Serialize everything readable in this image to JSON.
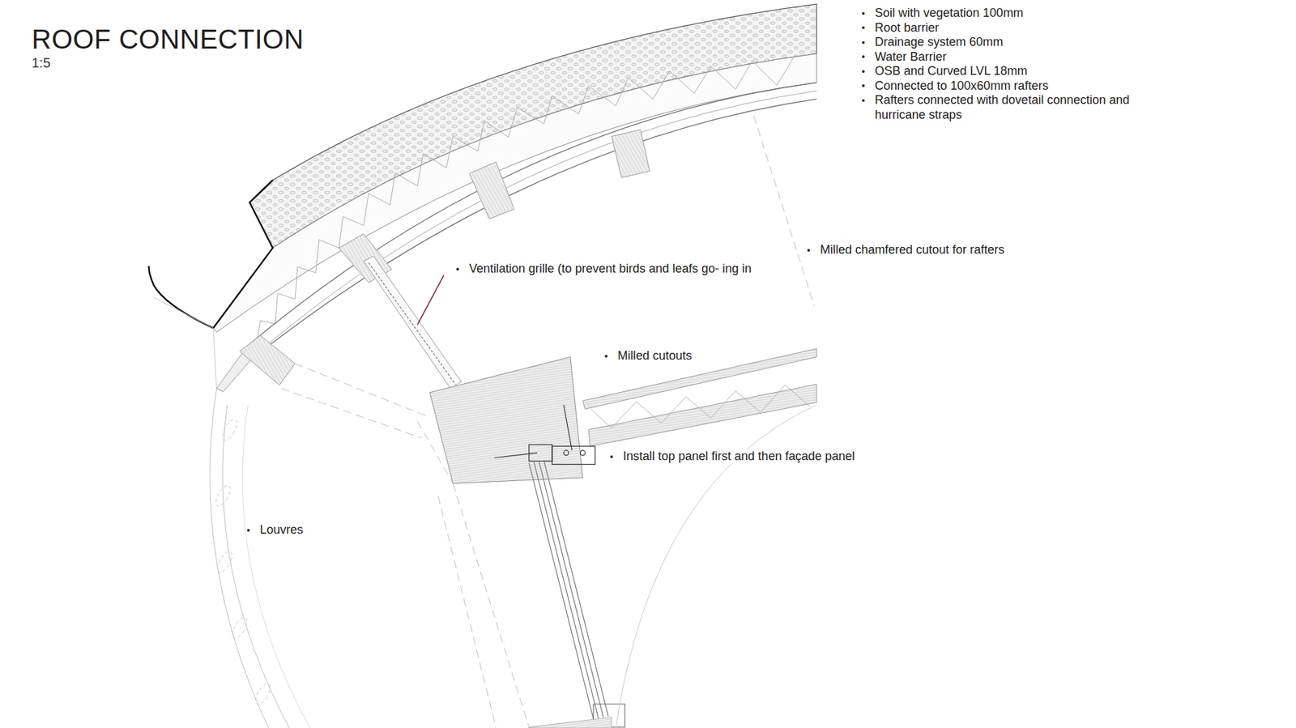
{
  "diagram": {
    "title": "ROOF CONNECTION",
    "labels": [
      "1:5",
      "Soil with vegetation 100mm",
      "Root barrier",
      "Drainage system 60mm",
      "Water Barrier",
      "OSB and Curved LVL 18mm",
      "Connected to 100x60mm rafters",
      "Rafters connected with dovetail connection and hurricane straps",
      "Milled chamfered cutout for rafters",
      "Ventilation grille (to prevent birds and leafs go- ing in",
      "Milled cutouts",
      "Install top panel first and then façade panel",
      "Louvres"
    ]
  }
}
